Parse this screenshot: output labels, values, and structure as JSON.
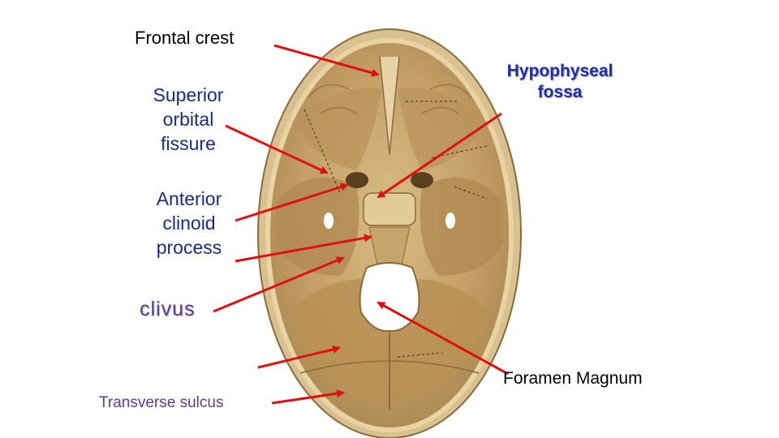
{
  "labels": {
    "frontal_crest": "Frontal crest",
    "superior_orbital_fissure": [
      "Superior",
      "orbital",
      "fissure"
    ],
    "anterior_clinoid_process": [
      "Anterior",
      "clinoid",
      "process"
    ],
    "clivus": "clivus",
    "hypophyseal_fossa": [
      "Hypophyseal",
      "fossa"
    ],
    "foramen_magnum": "Foramen Magnum",
    "transverse_sulcus": "Transverse sulcus"
  },
  "colors": {
    "arrow": "#e01010",
    "bone_base": "#c9a66b",
    "bone_dark": "#8a6a3a",
    "bone_rim": "#e8d3a3"
  },
  "icons": [
    "skull-base-illustration",
    "arrow-icon"
  ]
}
